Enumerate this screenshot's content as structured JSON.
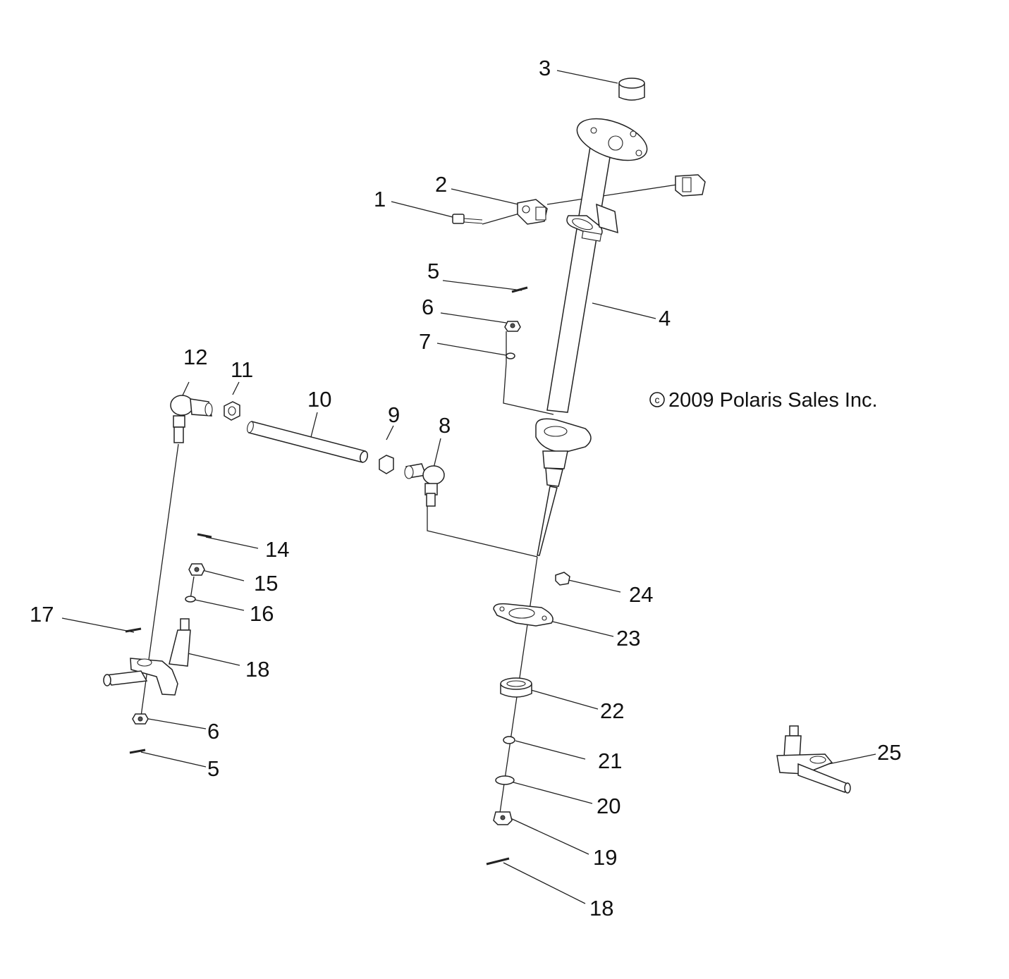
{
  "copyright": {
    "symbol": "c",
    "text": "2009 Polaris Sales Inc."
  },
  "callouts": [
    "1",
    "2",
    "3",
    "4",
    "5",
    "6",
    "7",
    "8",
    "9",
    "10",
    "11",
    "12",
    "14",
    "15",
    "16",
    "17",
    "18",
    "6",
    "5",
    "24",
    "23",
    "22",
    "21",
    "20",
    "19",
    "18",
    "25"
  ]
}
